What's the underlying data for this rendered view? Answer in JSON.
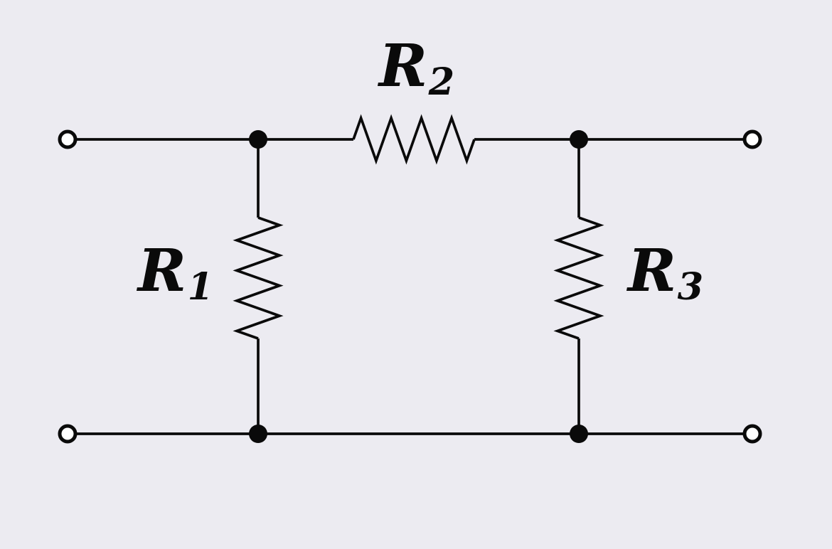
{
  "colors": {
    "background": "#ECEBF1",
    "line": "#0A0A0A",
    "terminal_fill": "#FFFFFF",
    "junction_fill": "#0A0A0A"
  },
  "labels": {
    "r1": {
      "base": "R",
      "sub": "1"
    },
    "r2": {
      "base": "R",
      "sub": "2"
    },
    "r3": {
      "base": "R",
      "sub": "3"
    }
  },
  "circuit": {
    "type": "resistor-network",
    "components": [
      {
        "id": "R1",
        "kind": "resistor",
        "orientation": "vertical",
        "position": "left-shunt-branch"
      },
      {
        "id": "R2",
        "kind": "resistor",
        "orientation": "horizontal",
        "position": "top-series-branch"
      },
      {
        "id": "R3",
        "kind": "resistor",
        "orientation": "vertical",
        "position": "right-shunt-branch"
      }
    ],
    "open_terminals": [
      "top-left",
      "top-right",
      "bottom-left",
      "bottom-right"
    ],
    "junction_nodes": [
      "top-left",
      "top-right",
      "bottom-left",
      "bottom-right"
    ]
  }
}
